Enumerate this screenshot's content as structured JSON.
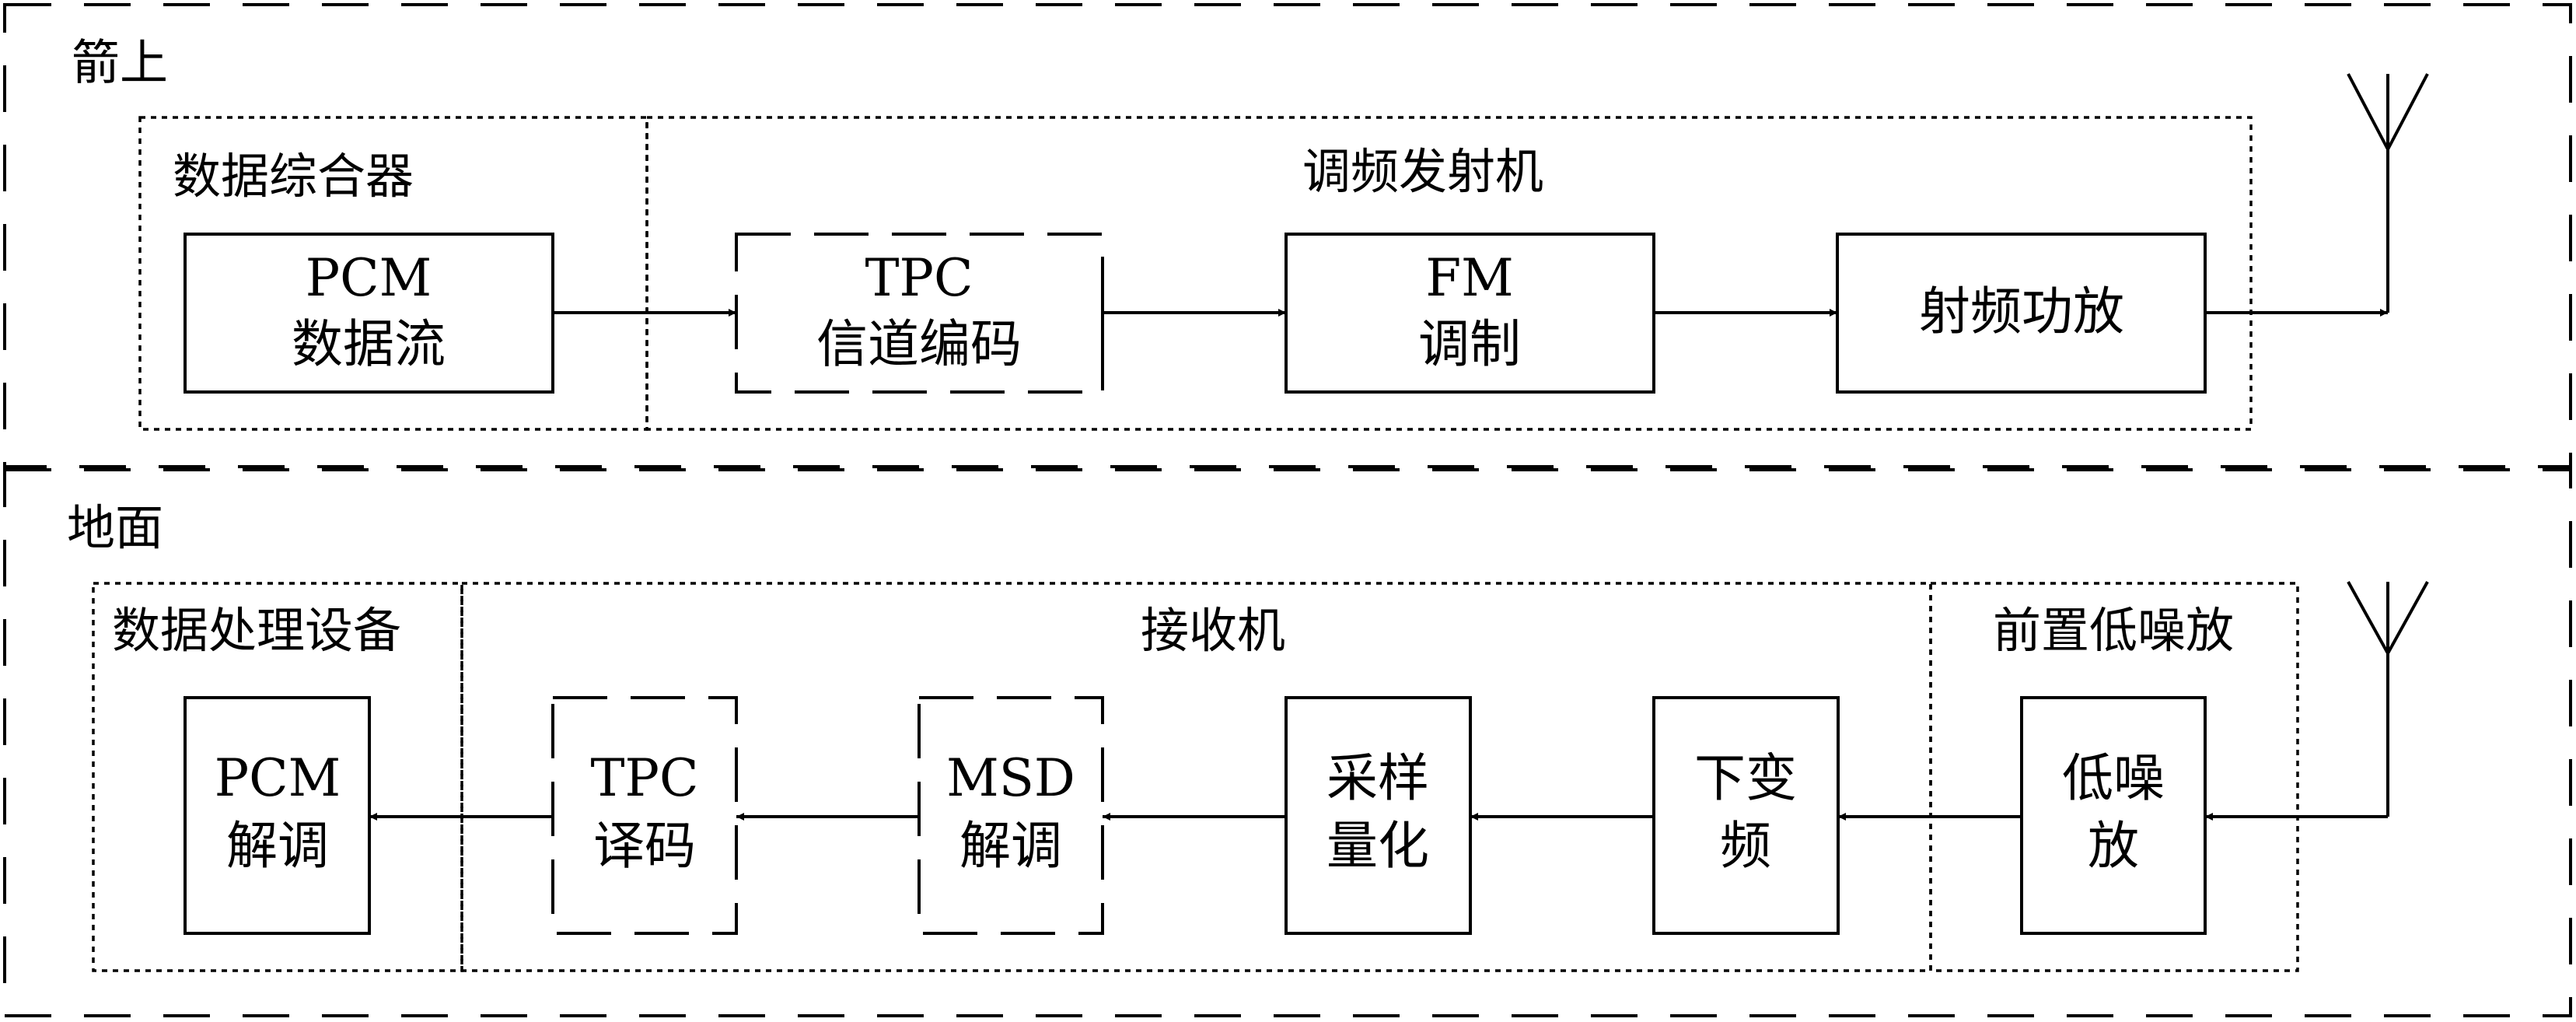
{
  "sections": {
    "rocket": "箭上",
    "ground": "地面"
  },
  "groups": {
    "data_combiner": "数据综合器",
    "fm_transmitter": "调频发射机",
    "data_processing": "数据处理设备",
    "receiver": "接收机",
    "lna_front": "前置低噪放"
  },
  "blocks": {
    "pcm_stream": [
      "PCM",
      "数据流"
    ],
    "tpc_encode": [
      "TPC",
      "信道编码"
    ],
    "fm_mod": [
      "FM",
      "调制"
    ],
    "rf_amp": [
      "射频功放"
    ],
    "pcm_demod": [
      "PCM",
      "解调"
    ],
    "tpc_decode": [
      "TPC",
      "译码"
    ],
    "msd_demod": [
      "MSD",
      "解调"
    ],
    "sample_quant": [
      "采样",
      "量化"
    ],
    "downconvert": [
      "下变",
      "频"
    ],
    "lna": [
      "低噪",
      "放"
    ]
  }
}
